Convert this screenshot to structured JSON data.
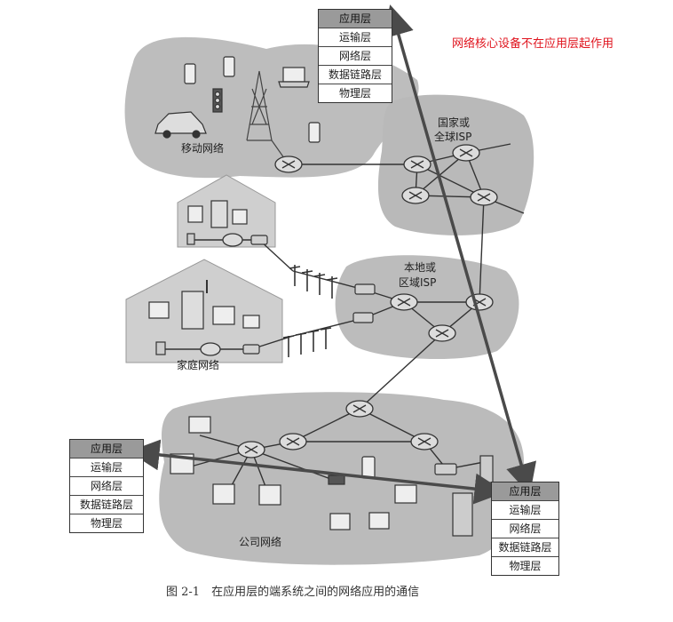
{
  "note": "网络核心设备不在应用层起作用",
  "caption": "图 2-1　在应用层的端系统之间的网络应用的通信",
  "regions": {
    "mobile": "移动网络",
    "global_isp_line1": "国家或",
    "global_isp_line2": "全球ISP",
    "local_isp_line1": "本地或",
    "local_isp_line2": "区域ISP",
    "home": "家庭网络",
    "enterprise": "公司网络"
  },
  "stacks": {
    "top": [
      "应用层",
      "运输层",
      "网络层",
      "数据链路层",
      "物理层"
    ],
    "left": [
      "应用层",
      "运输层",
      "网络层",
      "数据链路层",
      "物理层"
    ],
    "right": [
      "应用层",
      "运输层",
      "网络层",
      "数据链路层",
      "物理层"
    ]
  },
  "colors": {
    "cloud": "#b7b7b7",
    "router": "#d8d8d8",
    "arrow": "#5a5a5a",
    "note": "#e0141e"
  }
}
